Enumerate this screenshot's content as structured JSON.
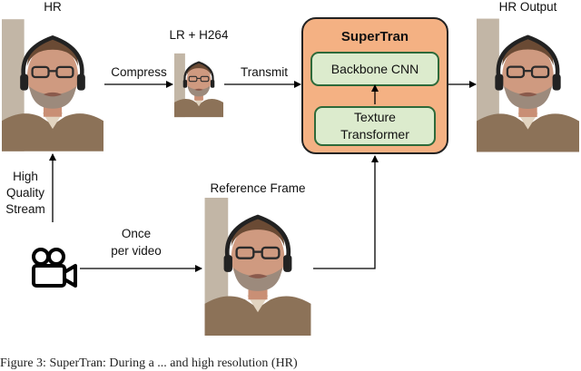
{
  "labels": {
    "hr": "HR",
    "lr_h264": "LR + H264",
    "hr_output": "HR Output",
    "reference_frame": "Reference Frame",
    "compress": "Compress",
    "transmit": "Transmit",
    "high_quality_stream": [
      "High",
      "Quality",
      "Stream"
    ],
    "once_per_video": [
      "Once",
      "per video"
    ]
  },
  "supertran": {
    "title": "SuperTran",
    "backbone": "Backbone CNN",
    "texture_transformer": [
      "Texture",
      "Transformer"
    ]
  },
  "caption": "Figure 3: SuperTran: During a ... and high resolution (HR)",
  "icons": {
    "camera": "video-camera-icon"
  },
  "colors": {
    "supertran_fill": "#f4b183",
    "inner_fill": "#dcebcd",
    "inner_border": "#2d6a3a"
  }
}
